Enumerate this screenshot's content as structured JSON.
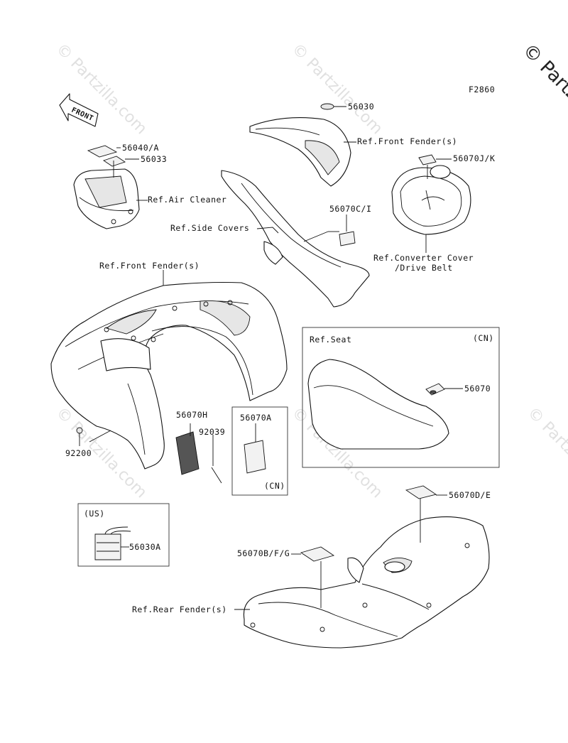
{
  "diagram_code": "F2860",
  "front_arrow": "FRONT",
  "watermark": "© Partzilla.com",
  "watermark_corner": "© Partz",
  "labels": {
    "l56040a": "56040/A",
    "l56033": "56033",
    "air_cleaner": "Ref.Air Cleaner",
    "l56030": "56030",
    "front_fender_top": "Ref.Front Fender(s)",
    "l56070jk": "56070J/K",
    "side_covers": "Ref.Side Covers",
    "l56070ci": "56070C/I",
    "converter_cover_1": "Ref.Converter Cover",
    "converter_cover_2": "/Drive Belt",
    "front_fender_main": "Ref.Front Fender(s)",
    "seat": "Ref.Seat",
    "cn_seat": "(CN)",
    "l56070": "56070",
    "l56070h": "56070H",
    "l92039": "92039",
    "l92200": "92200",
    "l56070a": "56070A",
    "cn_box": "(CN)",
    "us_box": "(US)",
    "l56030a": "56030A",
    "l56070de": "56070D/E",
    "l56070bfg": "56070B/F/G",
    "rear_fender": "Ref.Rear Fender(s)"
  }
}
